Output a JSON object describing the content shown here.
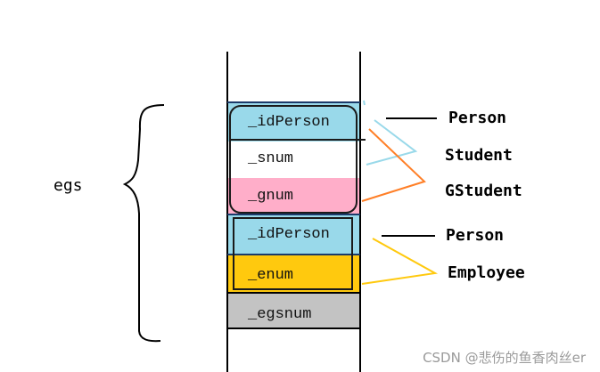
{
  "fields": [
    {
      "id": "idperson-1",
      "text": "_idPerson",
      "color": "#99d9ea"
    },
    {
      "id": "snum",
      "text": "_snum",
      "color": "#ffffff"
    },
    {
      "id": "gnum",
      "text": "_gnum",
      "color": "#ffaec9"
    },
    {
      "id": "idperson-2",
      "text": "_idPerson",
      "color": "#99d9ea"
    },
    {
      "id": "enum",
      "text": "_enum",
      "color": "#ffc90e"
    },
    {
      "id": "egsnum",
      "text": "_egsnum",
      "color": "#c3c3c3"
    }
  ],
  "labels": {
    "person_top": "Person",
    "student": "Student",
    "gstudent": "GStudent",
    "person_bottom": "Person",
    "employee": "Employee"
  },
  "egs_label": "egs",
  "watermark": "CSDN @悲伤的鱼香肉丝er",
  "colors": {
    "student_lines": "#99d9ea",
    "gstudent_lines": "#ff7f27",
    "employee_lines": "#ffc90e"
  }
}
